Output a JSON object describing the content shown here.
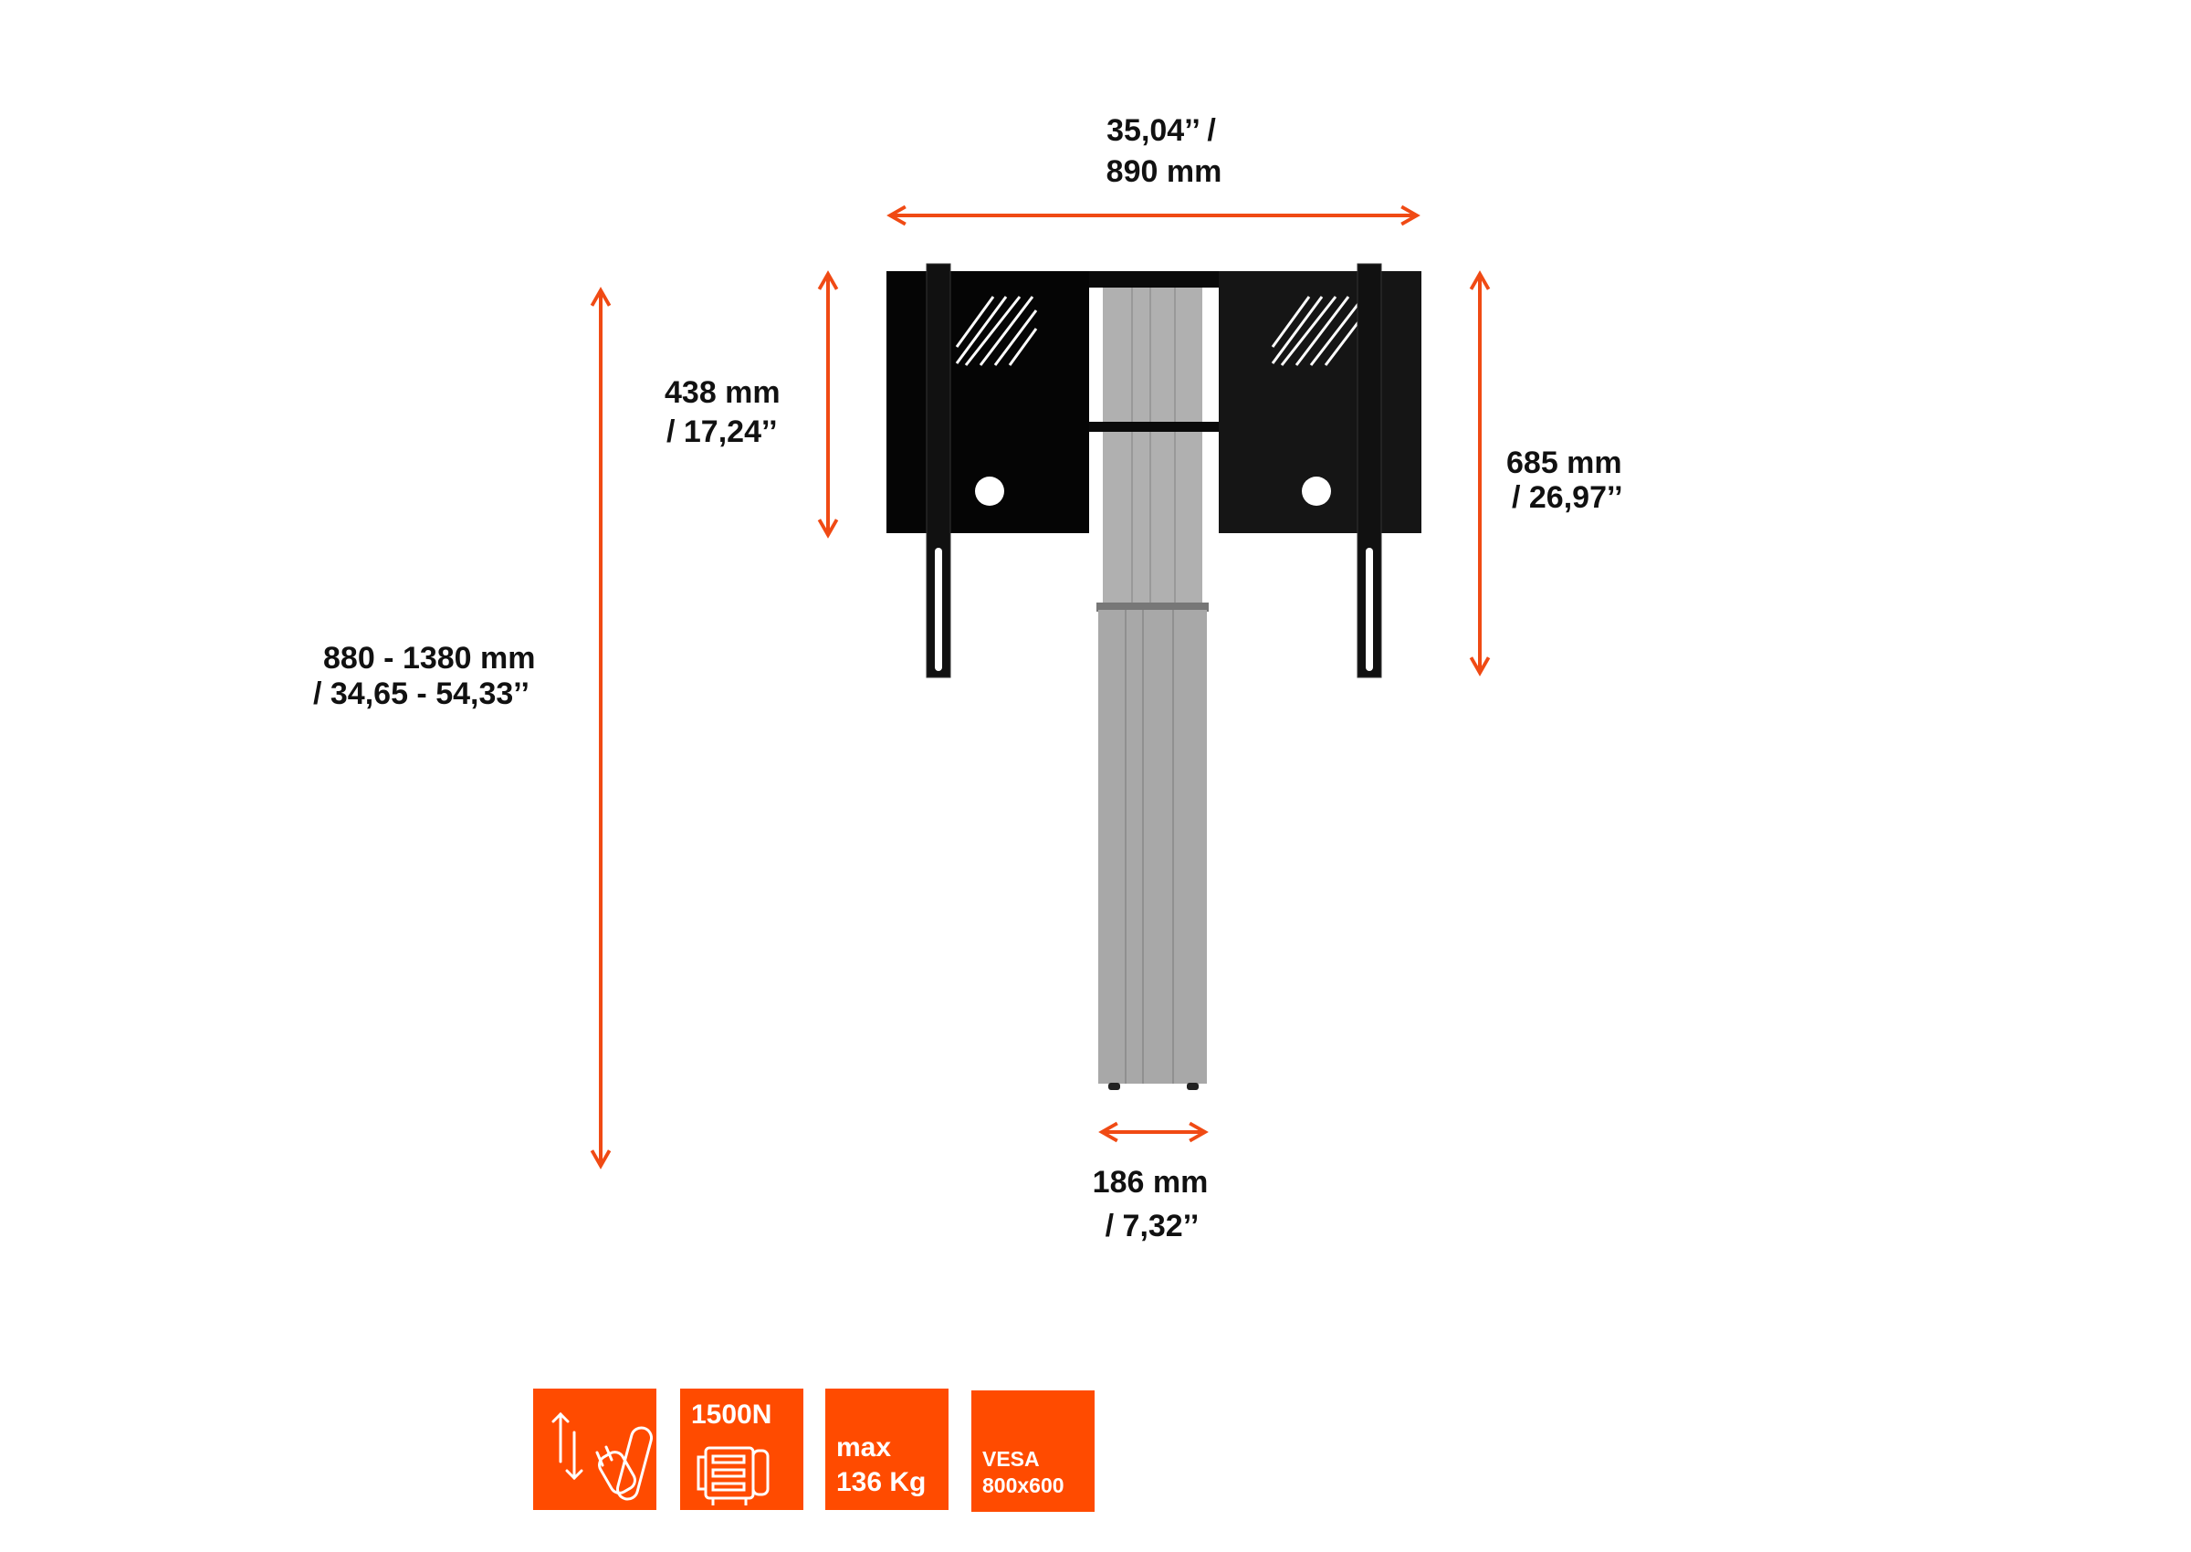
{
  "dimensions": {
    "width": {
      "line1": "35,04’’ /",
      "line2": "890 mm"
    },
    "plate_height": {
      "line1": "438 mm",
      "line2": "/ 17,24’’"
    },
    "bracket_height": {
      "line1": "685 mm",
      "line2": "/ 26,97’’"
    },
    "total_height": {
      "line1": "880 - 1380 mm",
      "line2": "/ 34,65 - 54,33’’"
    },
    "column_width": {
      "line1": "186 mm",
      "line2": "/ 7,32’’"
    }
  },
  "features": [
    {
      "icon": "height-adjust-plug-icon"
    },
    {
      "label": "1500N",
      "icon": "motor-icon"
    },
    {
      "line1": "max",
      "line2": "136 Kg"
    },
    {
      "line1": "VESA",
      "line2": "800x600"
    }
  ],
  "colors": {
    "accent": "#f04a14",
    "tile": "#ff4b00",
    "column": "#a8a8a8",
    "mount": "#0a0a0a"
  }
}
